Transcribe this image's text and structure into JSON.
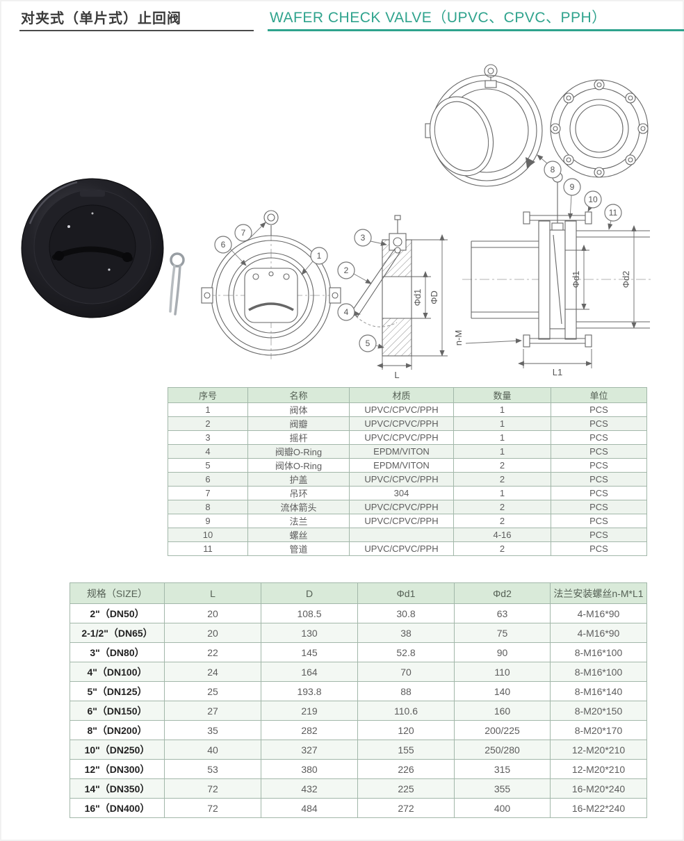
{
  "header": {
    "title_cn": "对夹式（单片式）止回阀",
    "title_en": "WAFER CHECK VALVE（UPVC、CPVC、PPH）"
  },
  "drawing": {
    "callouts": [
      "1",
      "2",
      "3",
      "4",
      "5",
      "6",
      "7",
      "8",
      "9",
      "10",
      "11"
    ],
    "labels": {
      "side_d1": "Φd1",
      "side_D": "ΦD",
      "side_L": "L",
      "inst_d1": "Φd1",
      "inst_d2": "Φd2",
      "inst_L1": "L1",
      "inst_nM": "n-M"
    }
  },
  "parts_table": {
    "headers": [
      "序号",
      "名称",
      "材质",
      "数量",
      "单位"
    ],
    "rows": [
      [
        "1",
        "阀体",
        "UPVC/CPVC/PPH",
        "1",
        "PCS"
      ],
      [
        "2",
        "阀瓣",
        "UPVC/CPVC/PPH",
        "1",
        "PCS"
      ],
      [
        "3",
        "摇杆",
        "UPVC/CPVC/PPH",
        "1",
        "PCS"
      ],
      [
        "4",
        "阀瓣O-Ring",
        "EPDM/VITON",
        "1",
        "PCS"
      ],
      [
        "5",
        "阀体O-Ring",
        "EPDM/VITON",
        "2",
        "PCS"
      ],
      [
        "6",
        "护盖",
        "UPVC/CPVC/PPH",
        "2",
        "PCS"
      ],
      [
        "7",
        "吊环",
        "304",
        "1",
        "PCS"
      ],
      [
        "8",
        "流体箭头",
        "UPVC/CPVC/PPH",
        "2",
        "PCS"
      ],
      [
        "9",
        "法兰",
        "UPVC/CPVC/PPH",
        "2",
        "PCS"
      ],
      [
        "10",
        "螺丝",
        "",
        "4-16",
        "PCS"
      ],
      [
        "11",
        "管道",
        "UPVC/CPVC/PPH",
        "2",
        "PCS"
      ]
    ]
  },
  "size_table": {
    "headers": [
      "规格（SIZE）",
      "L",
      "D",
      "Φd1",
      "Φd2",
      "法兰安装螺丝n-M*L1"
    ],
    "rows": [
      [
        "2\"（DN50）",
        "20",
        "108.5",
        "30.8",
        "63",
        "4-M16*90"
      ],
      [
        "2-1/2\"（DN65）",
        "20",
        "130",
        "38",
        "75",
        "4-M16*90"
      ],
      [
        "3\"（DN80）",
        "22",
        "145",
        "52.8",
        "90",
        "8-M16*100"
      ],
      [
        "4\"（DN100）",
        "24",
        "164",
        "70",
        "110",
        "8-M16*100"
      ],
      [
        "5\"（DN125）",
        "25",
        "193.8",
        "88",
        "140",
        "8-M16*140"
      ],
      [
        "6\"（DN150）",
        "27",
        "219",
        "110.6",
        "160",
        "8-M20*150"
      ],
      [
        "8\"（DN200）",
        "35",
        "282",
        "120",
        "200/225",
        "8-M20*170"
      ],
      [
        "10\"（DN250）",
        "40",
        "327",
        "155",
        "250/280",
        "12-M20*210"
      ],
      [
        "12\"（DN300）",
        "53",
        "380",
        "226",
        "315",
        "12-M20*210"
      ],
      [
        "14\"（DN350）",
        "72",
        "432",
        "225",
        "355",
        "16-M20*240"
      ],
      [
        "16\"（DN400）",
        "72",
        "484",
        "272",
        "400",
        "16-M22*240"
      ]
    ]
  },
  "colors": {
    "accent_teal": "#2fa38d",
    "table_header_bg": "#d9ead9",
    "table_border": "#a2b7a9"
  }
}
